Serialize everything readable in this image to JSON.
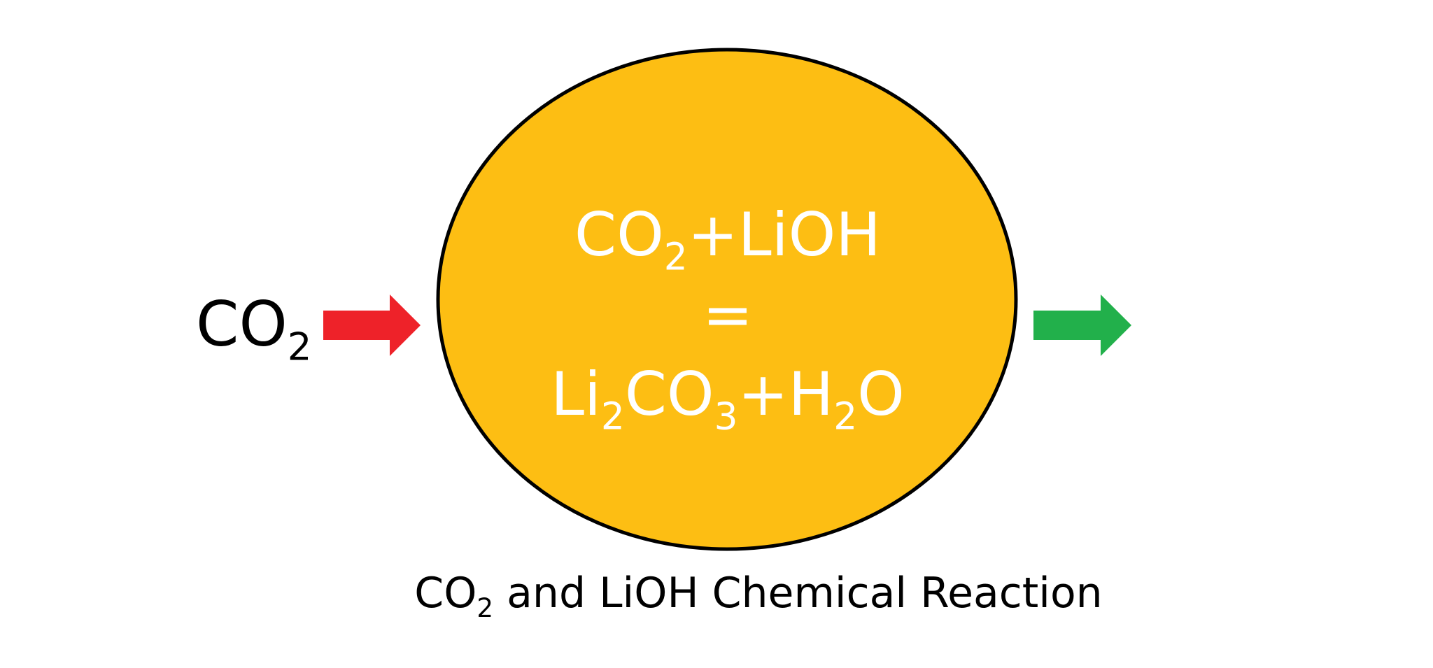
{
  "input": {
    "prefix": "CO",
    "sub": "2"
  },
  "reaction": {
    "line1": [
      {
        "t": "CO",
        "s": "2"
      },
      {
        "t": "+LiOH",
        "s": ""
      }
    ],
    "line2": [
      {
        "t": "=",
        "s": ""
      }
    ],
    "line3": [
      {
        "t": "Li",
        "s": "2"
      },
      {
        "t": "CO",
        "s": "3"
      },
      {
        "t": "+H",
        "s": "2"
      },
      {
        "t": "O",
        "s": ""
      }
    ]
  },
  "caption": [
    {
      "t": "CO",
      "s": "2"
    },
    {
      "t": " and LiOH Chemical Reaction",
      "s": ""
    }
  ],
  "colors": {
    "reactor_fill": "#FDBE13",
    "reactor_stroke": "#000000",
    "input_arrow": "#EE2229",
    "output_arrow": "#22B04B",
    "reaction_text": "#FFFFFF",
    "label_text": "#000000"
  }
}
